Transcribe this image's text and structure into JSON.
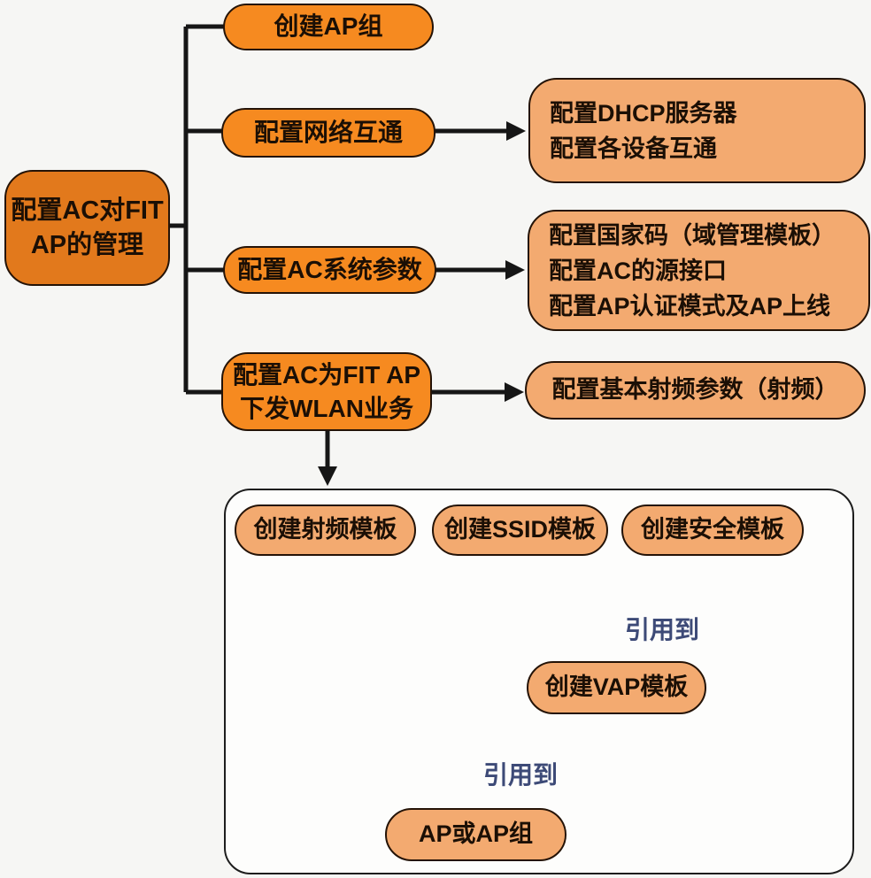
{
  "diagram_title": "WLAN AC/FIT AP configuration flow",
  "colors": {
    "root_fill": "#e2791c",
    "branch_fill": "#f68a20",
    "light_fill": "#f3aa70",
    "container_fill": "#fdfdfc",
    "line": "#161616",
    "ref_label_text": "#3d4a77",
    "page_background": "#f6f6f4"
  },
  "root": {
    "lines": [
      "配置AC对FIT",
      "AP的管理"
    ]
  },
  "branches": [
    {
      "label": "创建AP组",
      "details": []
    },
    {
      "label": "配置网络互通",
      "details": [
        "配置DHCP服务器",
        "配置各设备互通"
      ]
    },
    {
      "label": "配置AC系统参数",
      "details": [
        "配置国家码（域管理模板）",
        "配置AC的源接口",
        "配置AP认证模式及AP上线"
      ]
    },
    {
      "label_lines": [
        "配置AC为FIT AP",
        "下发WLAN业务"
      ],
      "details": [
        "配置基本射频参数（射频）"
      ]
    }
  ],
  "wlan_flow": {
    "templates": [
      "创建射频模板",
      "创建SSID模板",
      "创建安全模板"
    ],
    "vap_label": "创建VAP模板",
    "ap_label": "AP或AP组",
    "ref_label": "引用到"
  }
}
